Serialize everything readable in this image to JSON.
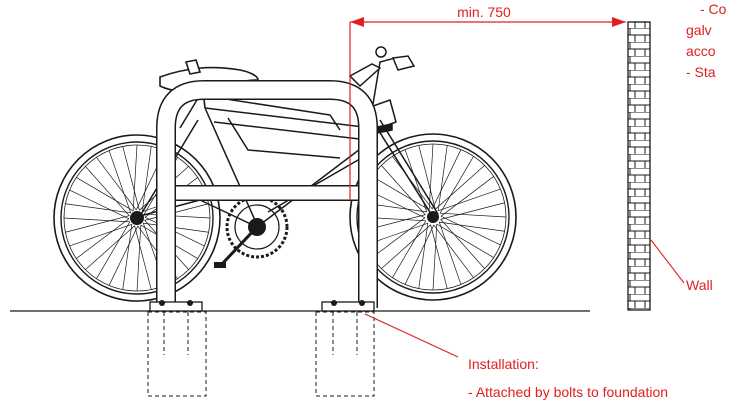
{
  "colors": {
    "annotation": "#e02020",
    "line": "#1a1a1a",
    "background": "#ffffff"
  },
  "dimension": {
    "label": "min. 750"
  },
  "notes": {
    "top_right_lines": [
      "- Co",
      "galv",
      "acco",
      "- Sta"
    ]
  },
  "labels": {
    "wall": "Wall",
    "installation_title": "Installation:",
    "installation_detail": "- Attached by bolts to foundation"
  }
}
